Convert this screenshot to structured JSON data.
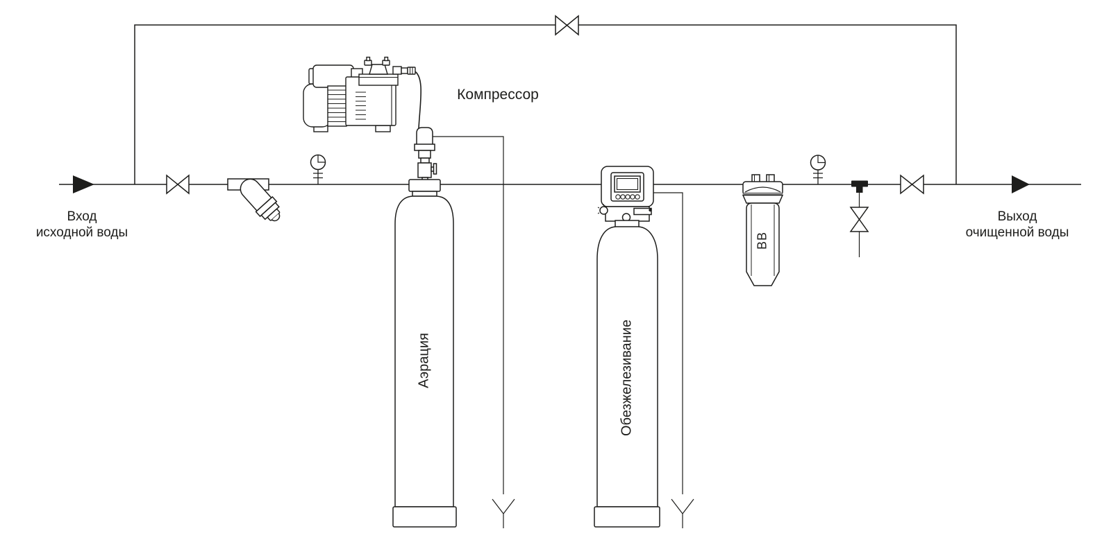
{
  "diagram": {
    "title_hint": "water-treatment-process-schematic",
    "labels": {
      "inlet": {
        "line1": "Вход",
        "line2": "исходной воды"
      },
      "outlet": {
        "line1": "Выход",
        "line2": "очищенной воды"
      },
      "compressor": "Компрессор",
      "aeration_tank": "Аэрация",
      "iron_removal_tank": "Обезжелезивание",
      "cartridge_filter": "ВВ"
    },
    "components": [
      "inlet-flow-arrow",
      "bypass-line-with-valve",
      "shutoff-valve-inlet",
      "y-strainer",
      "pressure-gauge-inlet",
      "air-compressor",
      "air-injector-valve",
      "aeration-tank",
      "drain-line-aeration",
      "control-valve-head",
      "iron-removal-tank",
      "drain-line-iron-removal",
      "bb-cartridge-filter",
      "pressure-gauge-outlet",
      "sample-tap",
      "flush-valve",
      "shutoff-valve-outlet",
      "outlet-flow-arrow"
    ],
    "colors": {
      "ink": "#1d1d1b",
      "background": "#ffffff",
      "filter_band": "#8f8f8f"
    }
  }
}
